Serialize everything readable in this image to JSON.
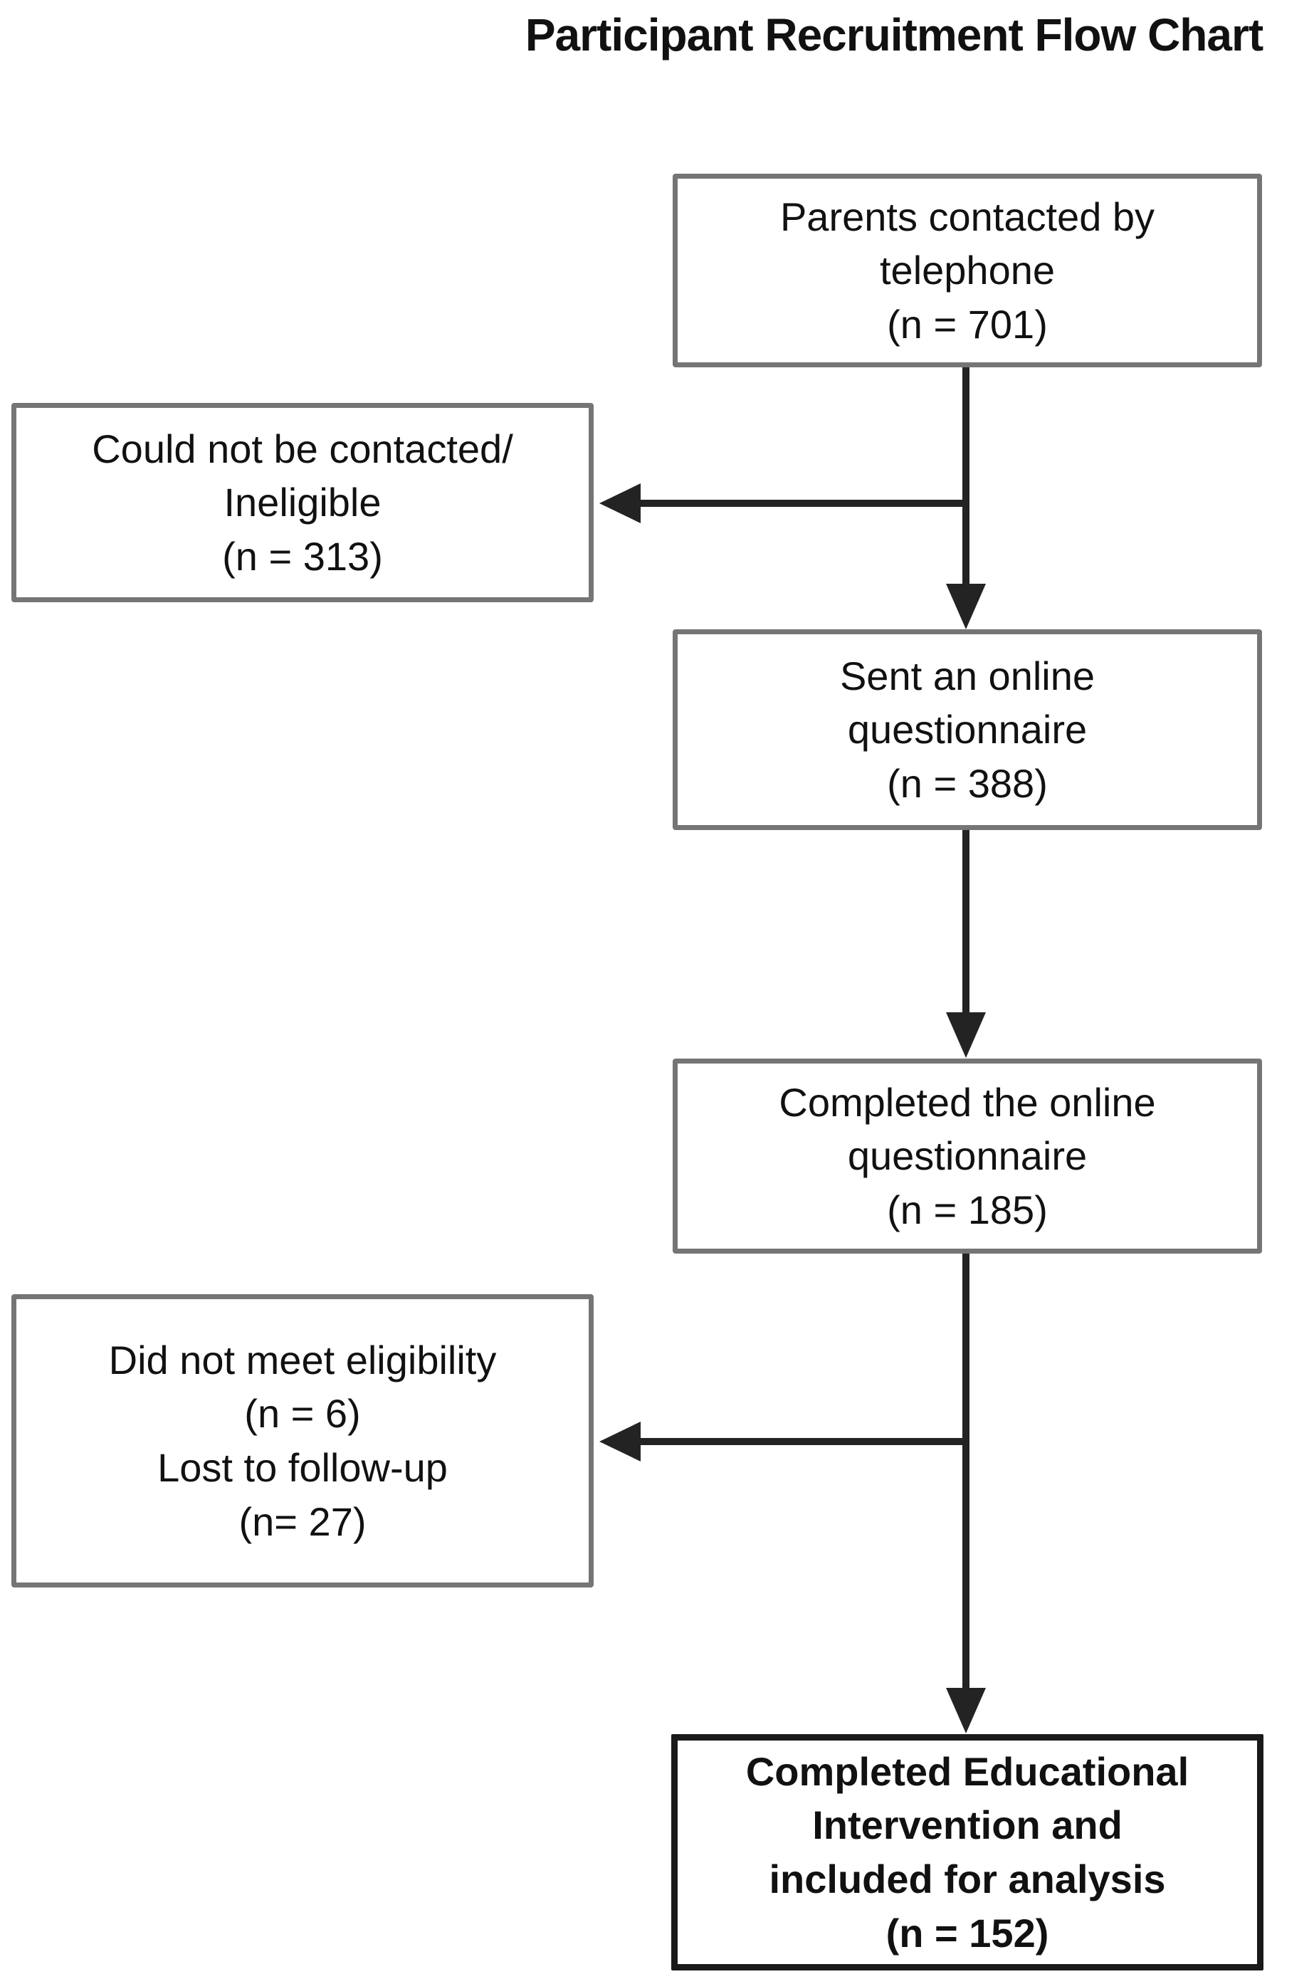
{
  "title": "Participant Recruitment Flow Chart",
  "nodes": {
    "contacted": {
      "text": "Parents contacted by\ntelephone\n(n = 701)",
      "n": 701
    },
    "not_contacted": {
      "text": "Could not be contacted/\nIneligible\n(n = 313)",
      "n": 313
    },
    "sent": {
      "text": "Sent an online\nquestionnaire\n(n = 388)",
      "n": 388
    },
    "completed_questionnaire": {
      "text": "Completed the online\nquestionnaire\n(n = 185)",
      "n": 185
    },
    "excluded": {
      "text": "Did not meet eligibility\n(n = 6)\nLost to follow-up\n(n= 27)",
      "n_not_eligible": 6,
      "n_lost_followup": 27
    },
    "final": {
      "text": "Completed Educational\nIntervention and\nincluded for analysis\n(n = 152)",
      "n": 152
    }
  },
  "edges": [
    {
      "from": "contacted",
      "to": "sent",
      "style": "arrow-down"
    },
    {
      "from": "contacted",
      "to": "not_contacted",
      "style": "arrow-left-branch"
    },
    {
      "from": "sent",
      "to": "completed_questionnaire",
      "style": "arrow-down"
    },
    {
      "from": "completed_questionnaire",
      "to": "final",
      "style": "arrow-down"
    },
    {
      "from": "completed_questionnaire",
      "to": "excluded",
      "style": "arrow-left-branch"
    }
  ],
  "colors": {
    "background": "#ffffff",
    "box_border": "#757575",
    "final_box_border": "#1a1a1a",
    "arrow": "#232323",
    "text": "#111111"
  }
}
